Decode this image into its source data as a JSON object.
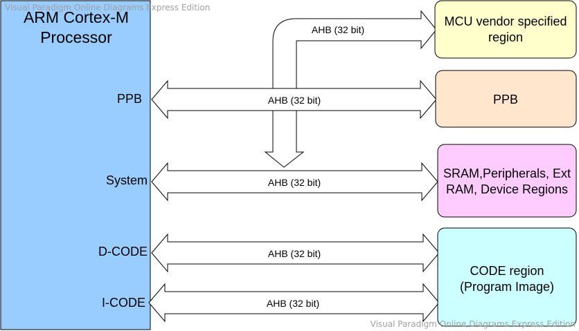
{
  "processor": {
    "title_line1": "ARM Cortex-M",
    "title_line2": "Processor",
    "color": "#99ccff"
  },
  "ports": {
    "ppb": "PPB",
    "system": "System",
    "dcode": "D-CODE",
    "icode": "I-CODE"
  },
  "buses": {
    "vendor": "AHB (32 bit)",
    "ppb": "AHB (32 bit)",
    "system": "AHB (32 bit)",
    "dcode": "AHB (32 bit)",
    "icode": "AHB (32 bit)"
  },
  "regions": {
    "vendor": {
      "line1": "MCU vendor specified",
      "line2": "region",
      "color": "#ffffcc"
    },
    "ppb": {
      "line1": "PPB",
      "color": "#ffe6cc"
    },
    "system": {
      "line1": "SRAM,Peripherals, Ext",
      "line2": "RAM, Device Regions",
      "color": "#ffccff"
    },
    "code": {
      "line1": "CODE region",
      "line2": "(Program Image)",
      "color": "#ccffff"
    }
  },
  "watermark": {
    "top": "Visual Paradigm Online Diagrams Express Edition",
    "bottom": "Visual Paradigm Online Diagrams Express Edition"
  }
}
